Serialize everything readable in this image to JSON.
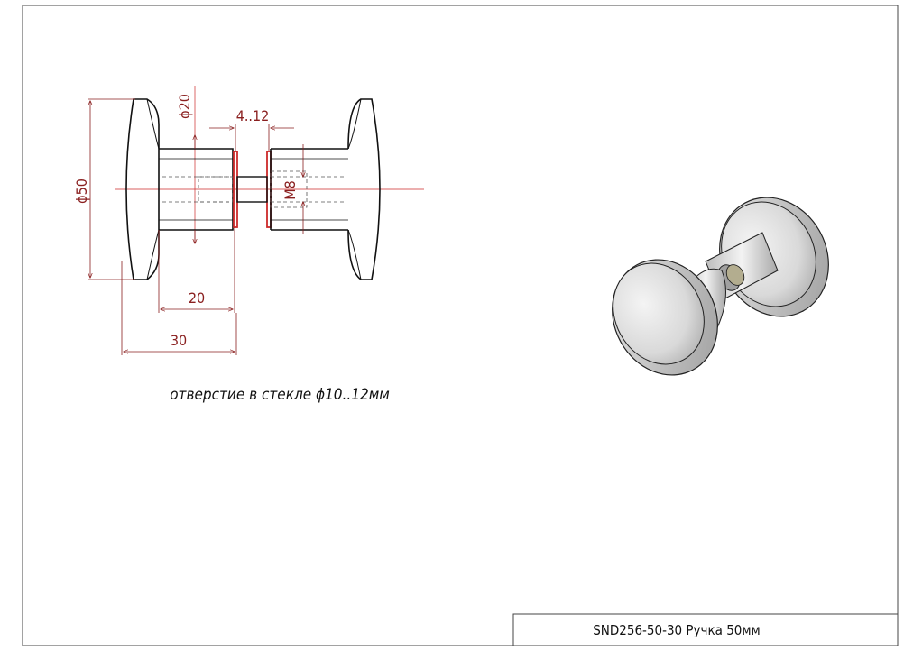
{
  "dimensions": {
    "d20": "ϕ20",
    "glass_range": "4..12",
    "d50": "ϕ50",
    "thread": "M8",
    "neck": "20",
    "total": "30"
  },
  "note": "отверстие в стекле ϕ10..12мм",
  "title_block": {
    "title": "SND256-50-30 Ручка 50мм"
  },
  "colors": {
    "dimension": "#8a1f1f",
    "outline": "#111111",
    "glass_line": "#cc2a2a"
  }
}
